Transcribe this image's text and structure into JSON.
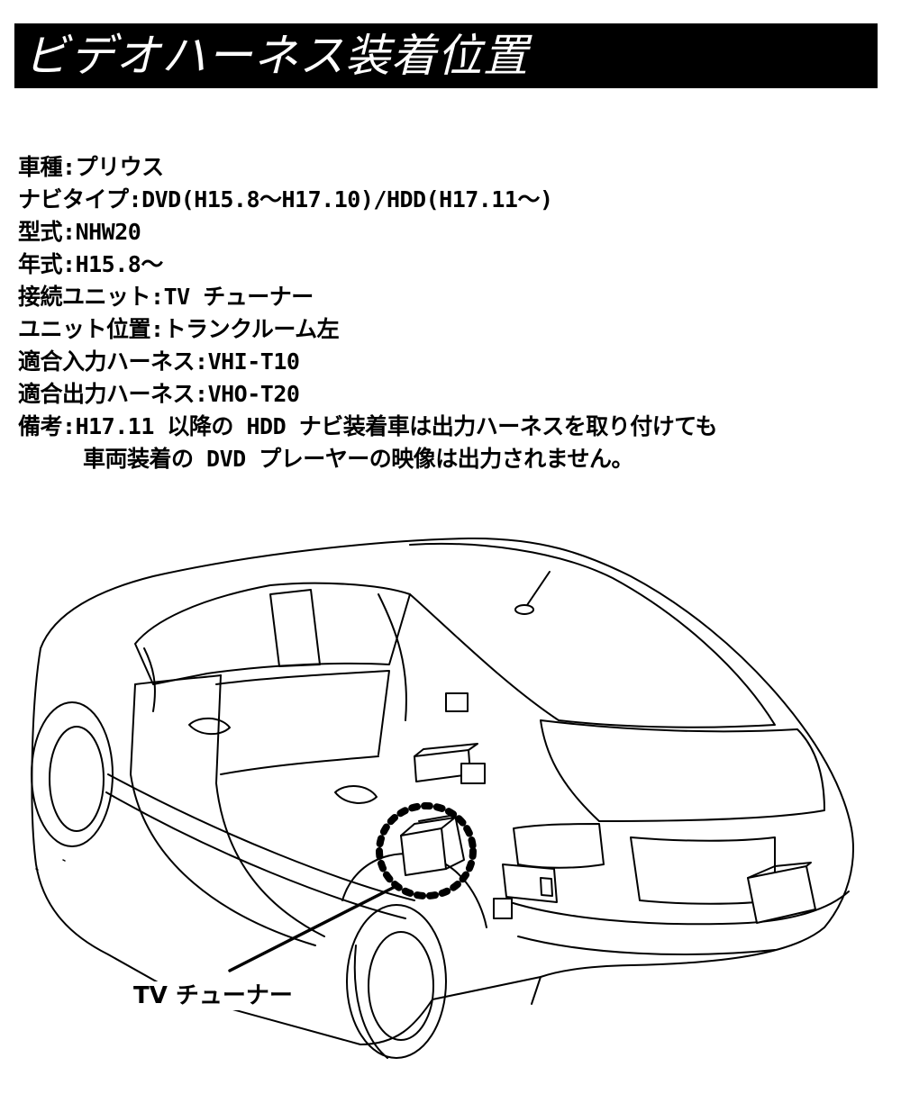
{
  "header": {
    "title": "ビデオハーネス装着位置"
  },
  "spec": {
    "rows": [
      {
        "label": "車種",
        "value": "プリウス"
      },
      {
        "label": "ナビタイプ",
        "value": "DVD(H15.8～H17.10)/HDD(H17.11～)"
      },
      {
        "label": "型式",
        "value": "NHW20"
      },
      {
        "label": "年式",
        "value": "H15.8～"
      },
      {
        "label": "接続ユニット",
        "value": "TV チューナー"
      },
      {
        "label": "ユニット位置",
        "value": "トランクルーム左"
      },
      {
        "label": "適合入力ハーネス",
        "value": "VHI-T10"
      },
      {
        "label": "適合出力ハーネス",
        "value": "VHO-T20"
      },
      {
        "label": "備考",
        "value": "H17.11 以降の HDD ナビ装着車は出力ハーネスを取り付けても"
      }
    ],
    "note_continuation": "車両装着の DVD プレーヤーの映像は出力されません。",
    "separator": ":"
  },
  "diagram": {
    "callout_label": "TV チューナー"
  }
}
